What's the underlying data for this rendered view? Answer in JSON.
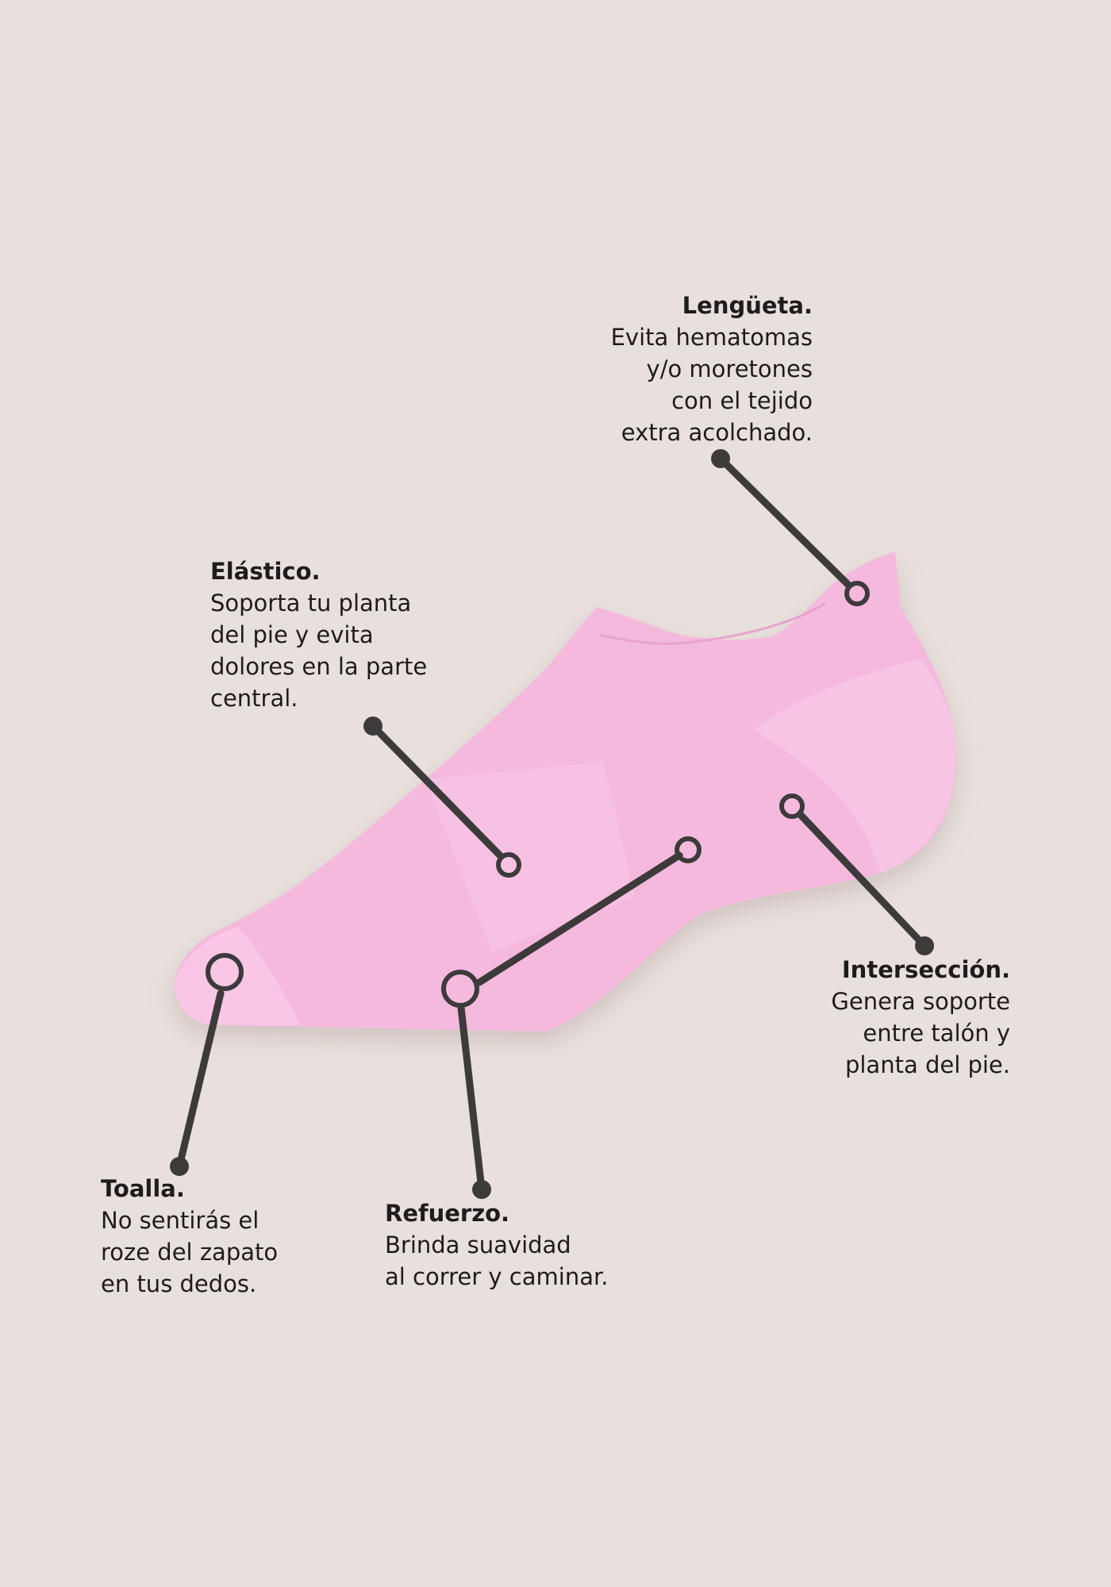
{
  "colors": {
    "background": "#e8e0dc",
    "sock": "#f5b9de",
    "sock_light": "#f9cde8",
    "line": "#3d3a3a"
  },
  "features": [
    {
      "id": "lengueta",
      "title": "Lengüeta.",
      "lines": [
        "Evita hematomas",
        "y/o moretones",
        "con el tejido",
        "extra acolchado."
      ]
    },
    {
      "id": "elastico",
      "title": "Elástico.",
      "lines": [
        "Soporta tu planta",
        "del pie y evita",
        "dolores en la parte",
        "central."
      ]
    },
    {
      "id": "interseccion",
      "title": "Intersección.",
      "lines": [
        "Genera soporte",
        "entre talón y",
        "planta del pie."
      ]
    },
    {
      "id": "toalla",
      "title": "Toalla.",
      "lines": [
        "No sentirás el",
        "roze del zapato",
        "en tus dedos."
      ]
    },
    {
      "id": "refuerzo",
      "title": "Refuerzo.",
      "lines": [
        "Brinda suavidad",
        "al correr y caminar."
      ]
    }
  ]
}
